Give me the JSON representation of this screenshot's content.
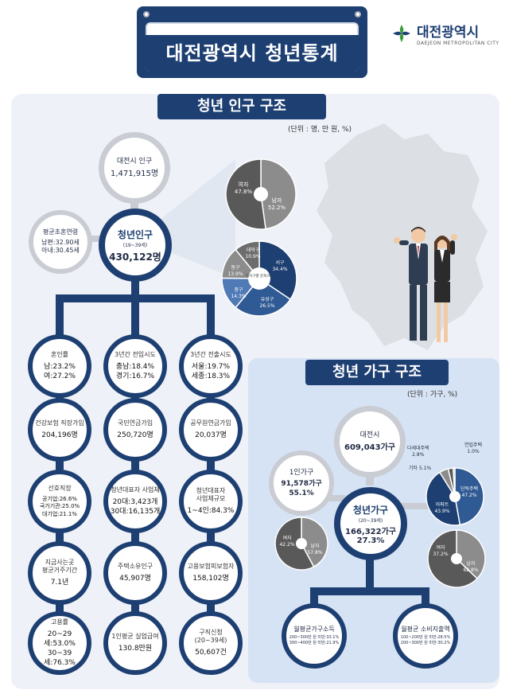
{
  "header": {
    "title": "대전광역시 청년통계"
  },
  "logo": {
    "name": "대전광역시",
    "english": "DAEJEON METROPOLITAN CITY"
  },
  "population": {
    "section_title": "청년 인구 구조",
    "unit": "(단위 : 명, 만 원, %)",
    "city": {
      "label": "대전시 인구",
      "value": "1,471,915명"
    },
    "youth": {
      "label": "청년인구",
      "age": "(19~39세)",
      "value": "430,122명"
    },
    "marriage_age": {
      "label": "평균초혼연령",
      "male": "남편:32.90세",
      "female": "아내:30.45세"
    },
    "gender_pie": {
      "slices": [
        {
          "name": "여자",
          "value": 47.8,
          "label": "47.8%",
          "color": "#8c8c8c"
        },
        {
          "name": "남자",
          "value": 52.2,
          "label": "52.2%",
          "color": "#595959"
        }
      ]
    },
    "district_pie": {
      "center": "자치구별 분포(%)",
      "slices": [
        {
          "name": "서구",
          "value": 34.4,
          "label": "34.4%",
          "color": "#1d3f72"
        },
        {
          "name": "유성구",
          "value": 26.5,
          "label": "26.5%",
          "color": "#2f5a94"
        },
        {
          "name": "중구",
          "value": 14.3,
          "label": "14.3%",
          "color": "#4f7ab5"
        },
        {
          "name": "동구",
          "value": 13.9,
          "label": "13.9%",
          "color": "#8c8c8c"
        },
        {
          "name": "대덕구",
          "value": 10.9,
          "label": "10.9%",
          "color": "#6d6d6d"
        }
      ]
    },
    "columns": [
      [
        {
          "label": "혼인률",
          "value": "남:23.2%\n여:27.2%"
        },
        {
          "label": "건강보험 직장가입",
          "value": "204,196명"
        },
        {
          "label": "선호직장",
          "value": "공기업:26.6%\n국가기관:25.0%\n대기업:21.1%"
        },
        {
          "label": "지금사는곳\n평균거주기간",
          "value": "7.1년"
        },
        {
          "label": "고용률",
          "value": "20~29세:53.0%\n30~39세:76.3%"
        }
      ],
      [
        {
          "label": "3년간 전입시도",
          "value": "충남:18.4%\n경기:16.7%"
        },
        {
          "label": "국민연금가입",
          "value": "250,720명"
        },
        {
          "label": "청년대표자 사업체",
          "value": "20대:3,423개\n30대:16,135개"
        },
        {
          "label": "주택소유인구",
          "value": "45,907명"
        },
        {
          "label": "1인평균 실업급여",
          "value": "130.8만원"
        }
      ],
      [
        {
          "label": "3년간 전출시도",
          "value": "서울:19.7%\n세종:18.3%"
        },
        {
          "label": "공무원연금가입",
          "value": "20,037명"
        },
        {
          "label": "청년대표자\n사업체규모",
          "value": "1~4인:84.3%"
        },
        {
          "label": "고용보험피보험자",
          "value": "158,102명"
        },
        {
          "label": "구직신청\n(20~39세)",
          "value": "50,607건"
        }
      ]
    ]
  },
  "household": {
    "section_title": "청년 가구 구조",
    "unit": "(단위 : 가구, %)",
    "city": {
      "label": "대전시",
      "value": "609,043가구"
    },
    "youth": {
      "label": "청년가구",
      "age": "(20~39세)",
      "value": "166,322가구",
      "pct": "27.3%"
    },
    "single": {
      "label": "1인가구",
      "value": "91,578가구",
      "pct": "55.1%"
    },
    "single_gender_pie": {
      "slices": [
        {
          "name": "여자",
          "value": 42.2,
          "label": "42.2%",
          "color": "#8c8c8c"
        },
        {
          "name": "남자",
          "value": 57.8,
          "label": "57.8%",
          "color": "#595959"
        }
      ]
    },
    "housing_pie": {
      "slices": [
        {
          "name": "단독주택",
          "value": 47.2,
          "label": "47.2%",
          "color": "#2f5a94"
        },
        {
          "name": "아파트",
          "value": 43.9,
          "label": "43.9%",
          "color": "#1d3f72"
        },
        {
          "name": "기타",
          "value": 5.1,
          "label": "5.1%",
          "color": "#8c8c8c"
        },
        {
          "name": "다세대주택",
          "value": 2.8,
          "label": "2.8%",
          "color": "#595959"
        },
        {
          "name": "연립주택",
          "value": 1.0,
          "label": "1.0%",
          "color": "#a9a9a9"
        }
      ]
    },
    "head_gender_pie": {
      "slices": [
        {
          "name": "여자",
          "value": 37.2,
          "label": "37.2%",
          "color": "#8c8c8c"
        },
        {
          "name": "남자",
          "value": 62.8,
          "label": "62.8%",
          "color": "#595959"
        }
      ]
    },
    "income": {
      "label": "월평균가구소득",
      "line1": "200~300만 원 미만:33.1%",
      "line2": "300~400만 원 미만:21.9%"
    },
    "spending": {
      "label": "월평균 소비지출액",
      "line1": "100~200만 원 미만:28.5%",
      "line2": "200~300만 원 미만:30.2%"
    }
  }
}
